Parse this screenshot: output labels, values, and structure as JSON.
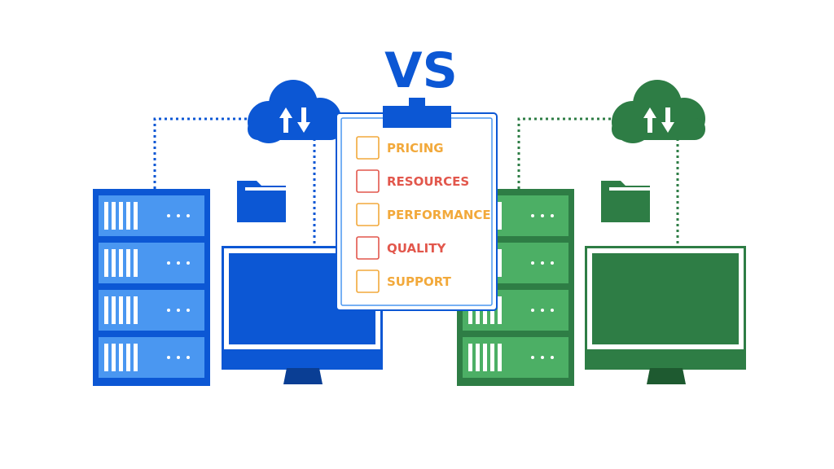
{
  "heading": {
    "text": "VS"
  },
  "checklist": {
    "items": [
      {
        "label": "PRICING",
        "color": "#F2A93B"
      },
      {
        "label": "RESOURCES",
        "color": "#E2574C"
      },
      {
        "label": "PERFORMANCE",
        "color": "#F2A93B"
      },
      {
        "label": "QUALITY",
        "color": "#E2574C"
      },
      {
        "label": "SUPPORT",
        "color": "#F2A93B"
      }
    ]
  },
  "colors": {
    "blue_dark": "#0C57D4",
    "blue_light": "#4A97F1",
    "green_dark": "#2E7D45",
    "green_light": "#4CAF65"
  }
}
